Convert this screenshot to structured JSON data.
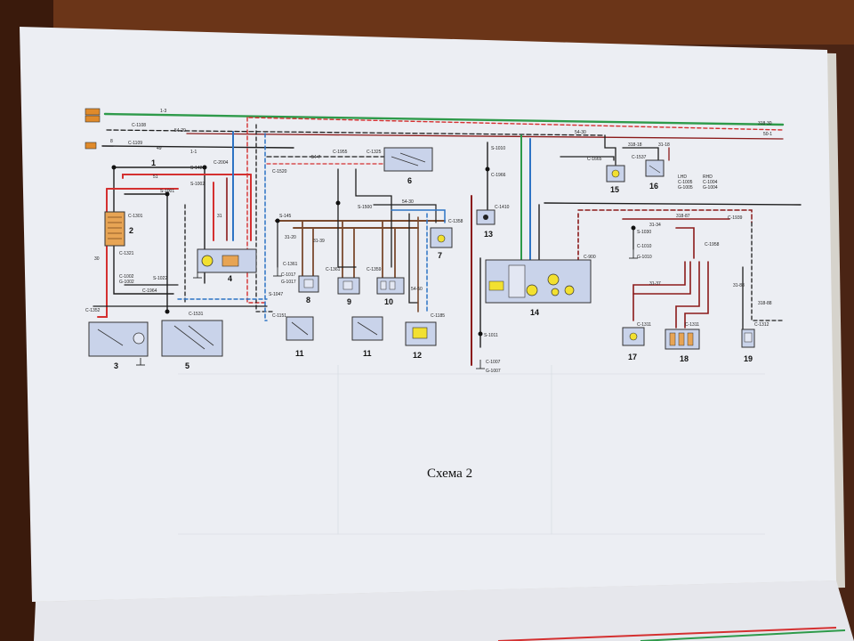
{
  "page": {
    "caption": "Схема 2"
  },
  "components": [
    {
      "id": "1",
      "label": "1"
    },
    {
      "id": "2",
      "label": "2"
    },
    {
      "id": "3",
      "label": "3"
    },
    {
      "id": "4",
      "label": "4"
    },
    {
      "id": "5",
      "label": "5"
    },
    {
      "id": "6",
      "label": "6"
    },
    {
      "id": "7",
      "label": "7"
    },
    {
      "id": "8",
      "label": "8"
    },
    {
      "id": "9",
      "label": "9"
    },
    {
      "id": "10",
      "label": "10"
    },
    {
      "id": "11a",
      "label": "11"
    },
    {
      "id": "11b",
      "label": "11"
    },
    {
      "id": "12",
      "label": "12"
    },
    {
      "id": "13",
      "label": "13"
    },
    {
      "id": "14",
      "label": "14"
    },
    {
      "id": "15",
      "label": "15"
    },
    {
      "id": "16",
      "label": "16"
    },
    {
      "id": "17",
      "label": "17"
    },
    {
      "id": "18",
      "label": "18"
    },
    {
      "id": "19",
      "label": "19"
    }
  ],
  "connector_labels": [
    "C-1108",
    "C-1109",
    "S-142",
    "C-2004",
    "S-1002",
    "S-1001",
    "C-1301",
    "C-1321",
    "C-1002",
    "G-1002",
    "C-1964",
    "S-1022",
    "C-1531",
    "S-1047",
    "C-1151",
    "S-145",
    "C-1017",
    "G-1017",
    "C-1361",
    "C-1361",
    "C-1359",
    "C-1185",
    "C-1520",
    "C-1325",
    "C-1955",
    "S-1500",
    "C-1358",
    "S-1010",
    "C-1966",
    "C-1410",
    "C-900",
    "S-1011",
    "C-1007",
    "G-1007",
    "C-1665",
    "C-1537",
    "S-1030",
    "C-1010",
    "G-1010",
    "C-1958",
    "C-1311",
    "C-1311",
    "C-1939",
    "C-1312",
    "C-1352"
  ],
  "wire_labels": [
    "1-3",
    "54-20",
    "54-30",
    "318-30",
    "50-1",
    "1-1",
    "318-18",
    "31-18",
    "318-88",
    "318-87",
    "31-34",
    "31-37",
    "31-88",
    "54-7",
    "54-30",
    "54-50",
    "31-20",
    "31-39",
    "30",
    "51",
    "31",
    "49",
    "8"
  ],
  "notes": [
    "LHD",
    "RHD",
    "C-1005",
    "C-1004",
    "G-1005",
    "G-1004"
  ],
  "palette": {
    "paper": "#eceef3",
    "red": "#d43030",
    "darkred": "#8b1a1a",
    "green": "#2e9a4a",
    "blue": "#2d73c4",
    "brown": "#7a4a2e",
    "black": "#1e1e1e",
    "component": "#c9d3ea"
  }
}
